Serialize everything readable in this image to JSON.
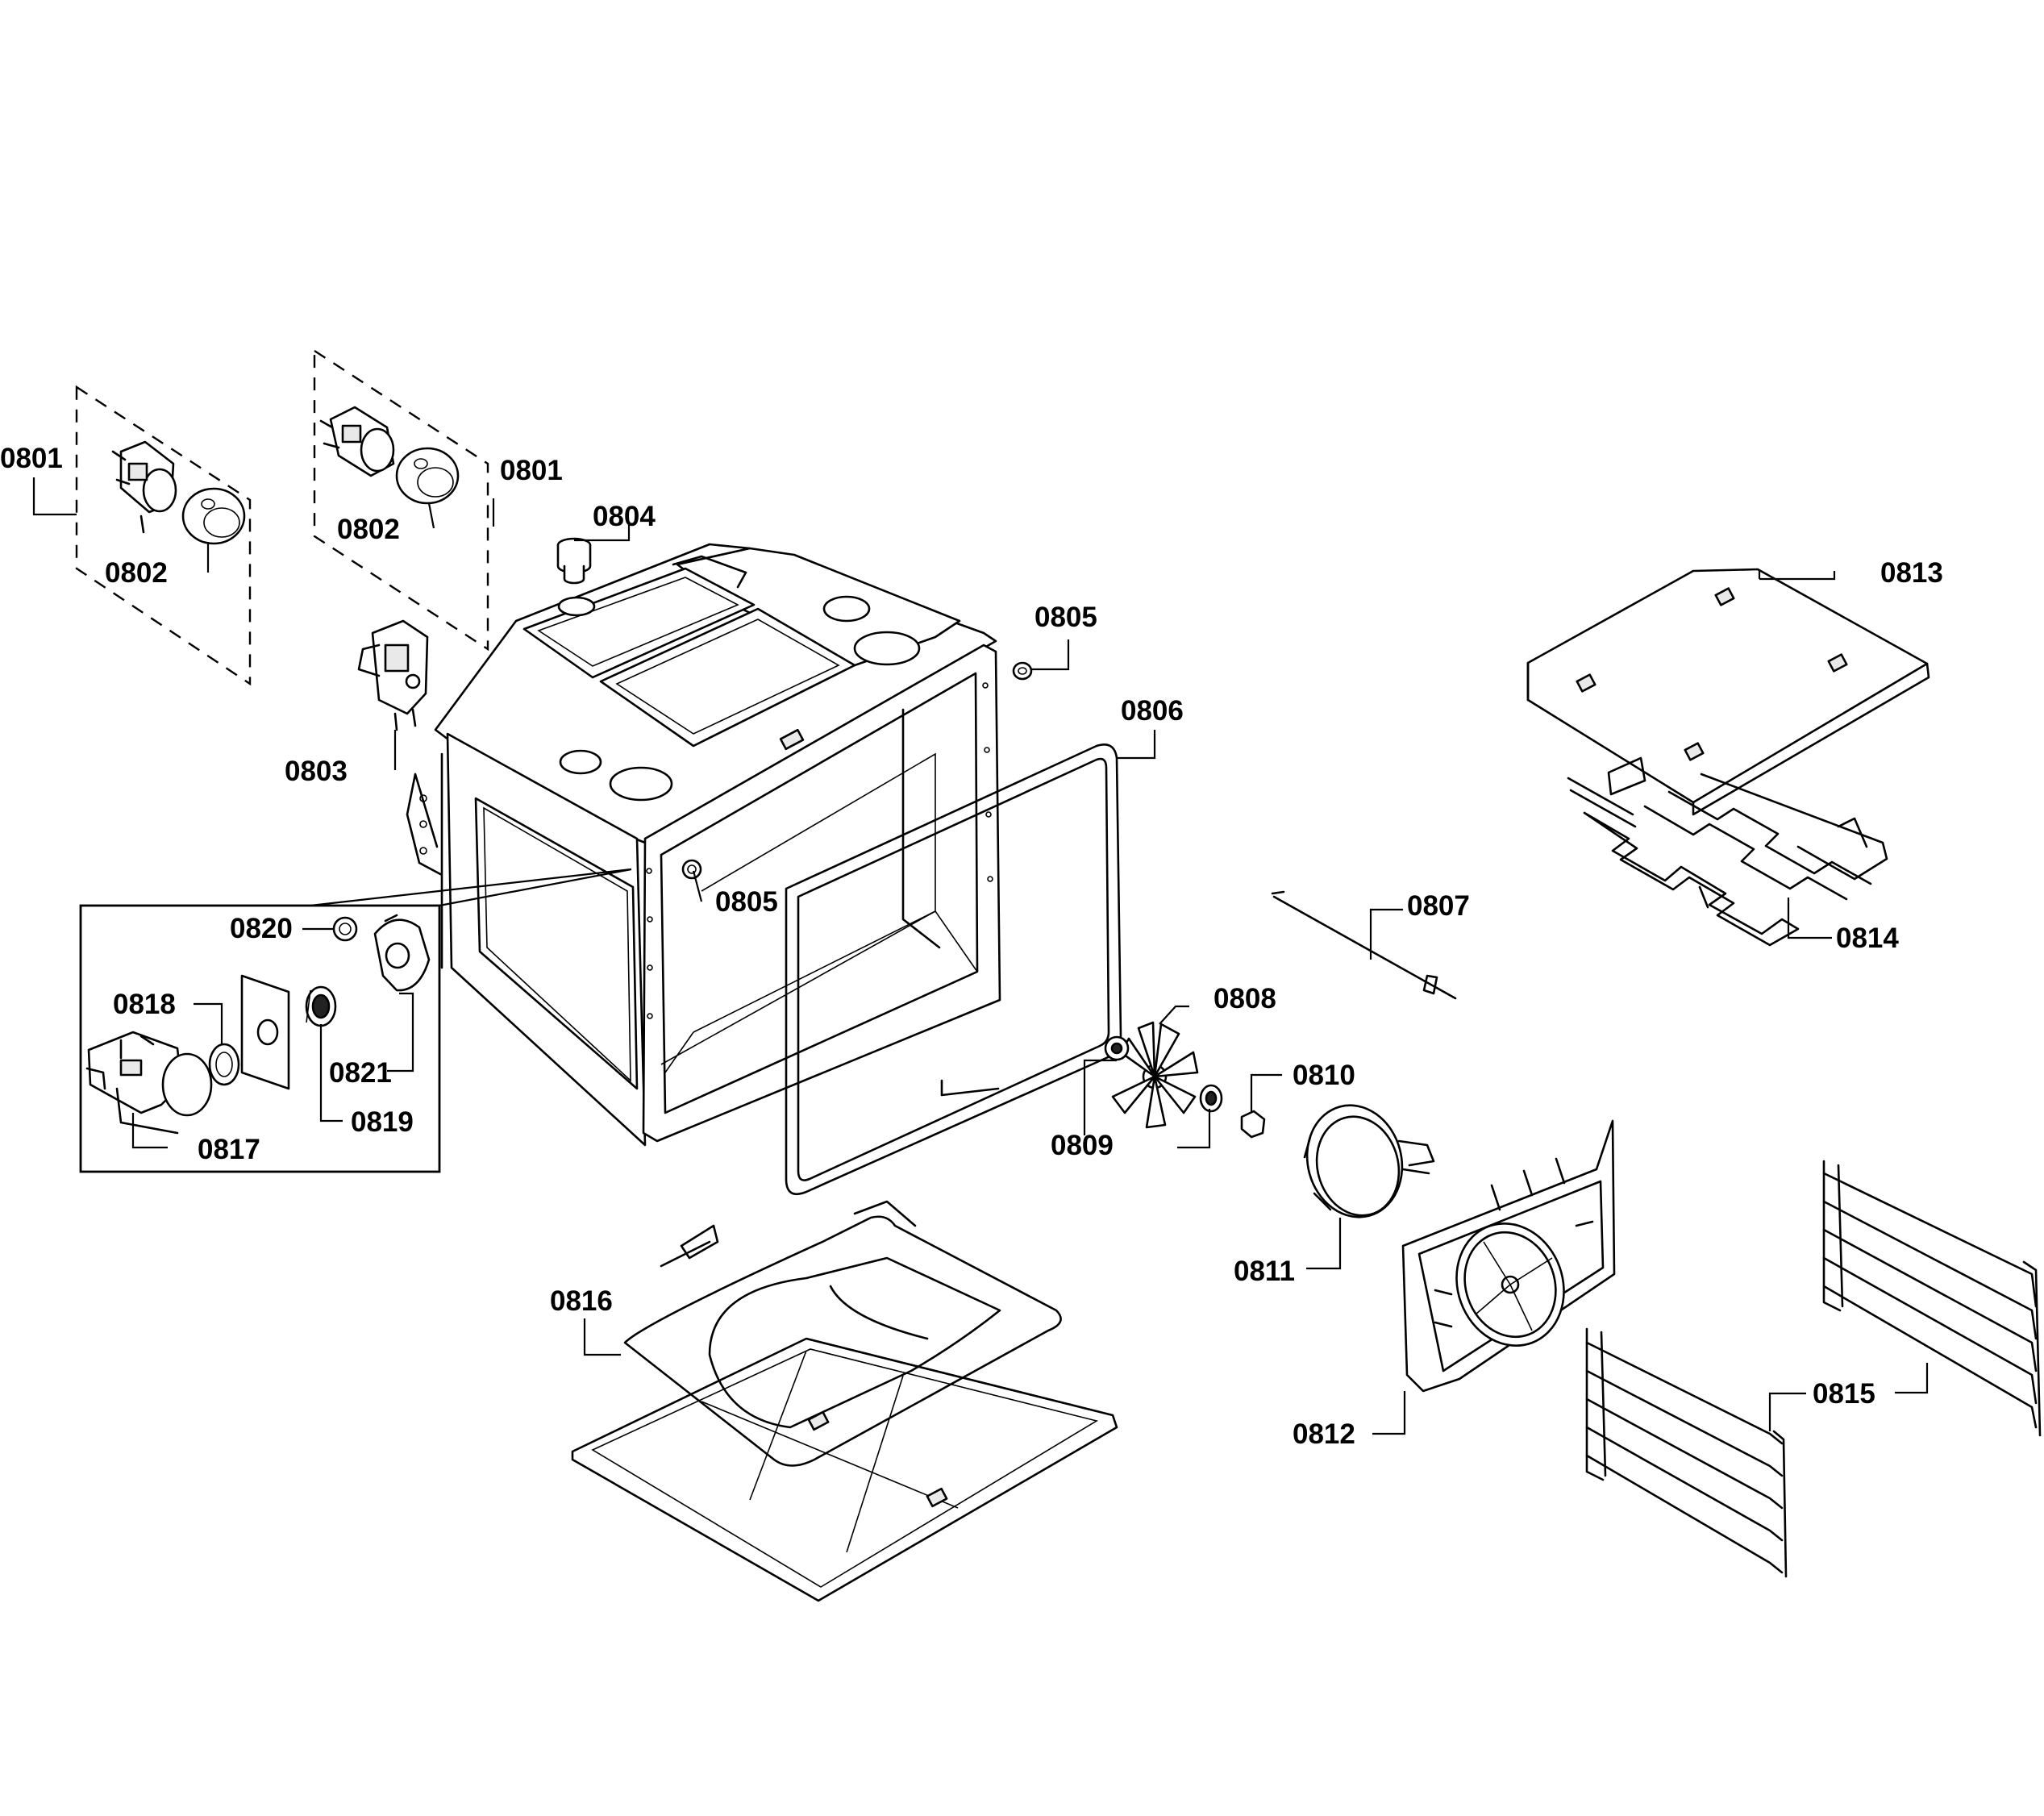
{
  "labels": {
    "p0801a": "0801",
    "p0801b": "0801",
    "p0802a": "0802",
    "p0802b": "0802",
    "p0803": "0803",
    "p0804": "0804",
    "p0805a": "0805",
    "p0805b": "0805",
    "p0806": "0806",
    "p0807": "0807",
    "p0808": "0808",
    "p0809": "0809",
    "p0810": "0810",
    "p0811": "0811",
    "p0812": "0812",
    "p0813": "0813",
    "p0814": "0814",
    "p0815": "0815",
    "p0816": "0816",
    "p0817": "0817",
    "p0818": "0818",
    "p0819": "0819",
    "p0820": "0820",
    "p0821": "0821"
  }
}
